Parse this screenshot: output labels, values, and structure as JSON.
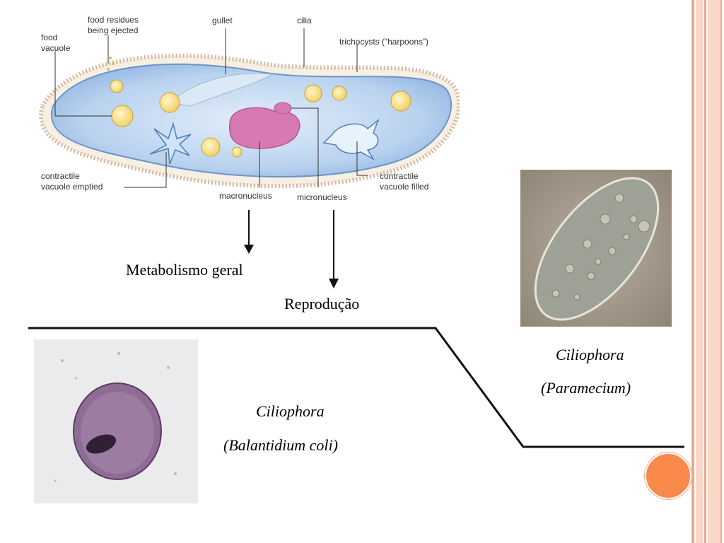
{
  "diagram": {
    "labels": {
      "food_vacuole": [
        "food",
        "vacuole"
      ],
      "food_residues": [
        "food residues",
        "being ejected"
      ],
      "gullet": "gullet",
      "cilia": "cilia",
      "trichocysts": "trichocysts (“harpoons”)",
      "contractile_emptied": [
        "contractile",
        "vacuole emptied"
      ],
      "macronucleus": "macronucleus",
      "micronucleus": "micronucleus",
      "contractile_filled": [
        "contractile",
        "vacuole filled"
      ]
    }
  },
  "annotations": {
    "macronucleus_function": "Metabolismo geral",
    "micronucleus_function": "Reprodução"
  },
  "captions": {
    "balantidium": {
      "line1": "Ciliophora",
      "line2": "(Balantidium coli)"
    },
    "paramecium": {
      "line1": "Ciliophora",
      "line2": "(Paramecium)"
    }
  },
  "colors": {
    "stripe_light": "#fbd7c8",
    "stripe_accent": "#f6a58a",
    "orange_circle": "#f98a4c",
    "cell_body": "#c9def4",
    "macronucleus": "#d779b2"
  }
}
